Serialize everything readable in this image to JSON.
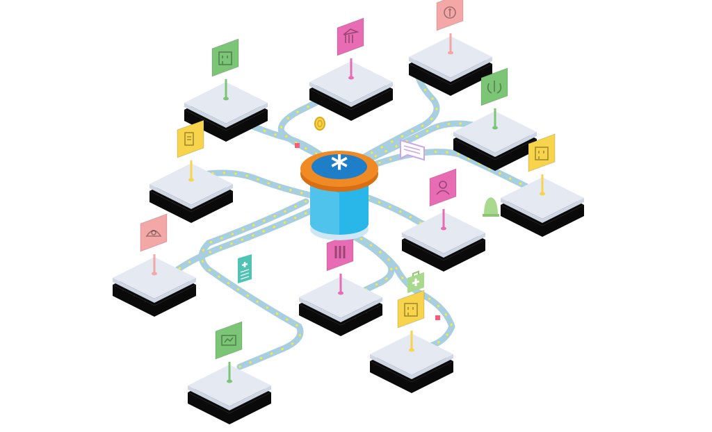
{
  "hub": {
    "symbol": "*",
    "icon": "asterisk-logo-icon",
    "colors": {
      "lid": "#f08a24",
      "badge": "#1f7ec8",
      "body": "#29b6e8"
    }
  },
  "nodes": [
    {
      "id": "facility",
      "icon": "building-facility-icon",
      "color": "#7cc576"
    },
    {
      "id": "bank",
      "icon": "bank-icon",
      "color": "#e86cb3"
    },
    {
      "id": "finance",
      "icon": "money-bag-icon",
      "color": "#f4a7a7"
    },
    {
      "id": "radiology",
      "icon": "lungs-xray-icon",
      "color": "#7cc576"
    },
    {
      "id": "documents",
      "icon": "documents-icon",
      "color": "#f7d44c"
    },
    {
      "id": "office-building",
      "icon": "office-building-icon",
      "color": "#f7d44c"
    },
    {
      "id": "patient",
      "icon": "patient-icon",
      "color": "#e86cb3"
    },
    {
      "id": "ultrasound",
      "icon": "ultrasound-icon",
      "color": "#f4a7a7"
    },
    {
      "id": "lab",
      "icon": "test-tubes-icon",
      "color": "#e86cb3"
    },
    {
      "id": "hospital",
      "icon": "hospital-building-icon",
      "color": "#f7d44c"
    },
    {
      "id": "monitor",
      "icon": "monitor-chart-icon",
      "color": "#7cc576"
    }
  ],
  "floating_items": [
    {
      "id": "coin",
      "icon": "coin-icon",
      "color": "#f7d44c"
    },
    {
      "id": "message",
      "icon": "chat-bubble-icon",
      "color": "#c9a7e8"
    },
    {
      "id": "bell",
      "icon": "bell-icon",
      "color": "#a8d98c"
    },
    {
      "id": "record",
      "icon": "medical-record-icon",
      "color": "#4fc3b4"
    },
    {
      "id": "kit",
      "icon": "first-aid-kit-icon",
      "color": "#a8d98c"
    }
  ],
  "colors": {
    "track": "#a8cfe0",
    "track_dots": "#f7ea3a",
    "platform_top": "#e4e9f2",
    "platform_base": "#0a0a0a",
    "packet": "#ff5a7a"
  }
}
